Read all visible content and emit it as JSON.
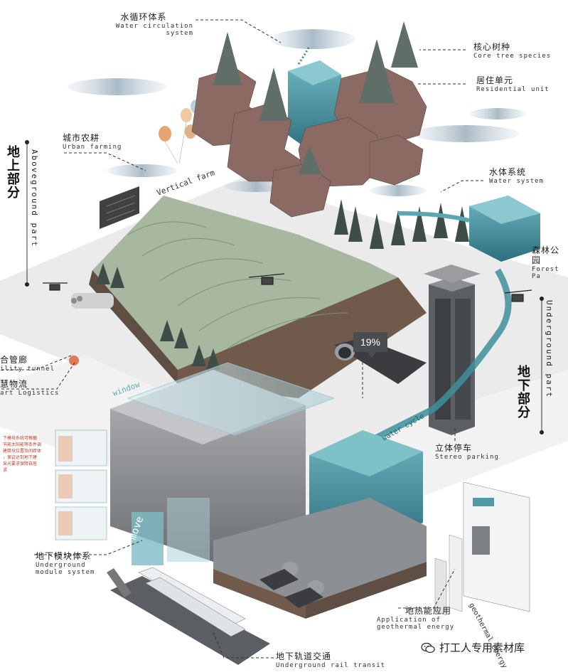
{
  "labels": {
    "water_circulation": {
      "cn": "水循环体系",
      "en": "Water circulation system"
    },
    "core_tree": {
      "cn": "核心树种",
      "en": "Core tree species"
    },
    "residential": {
      "cn": "居住单元",
      "en": "Residential unit"
    },
    "urban_farming": {
      "cn": "城市农耕",
      "en": "Urban farming"
    },
    "water_system": {
      "cn": "水体系统",
      "en": "Water system"
    },
    "forest_park": {
      "cn": "森林公园",
      "en": "Forest Pa"
    },
    "utility_tunnel": {
      "cn": "合管廊",
      "en": "ility tunnel"
    },
    "smart_logistics": {
      "cn": "慧物流",
      "en": "art Logistics"
    },
    "stereo_parking": {
      "cn": "立体停车",
      "en": "Stereo parking"
    },
    "underground_module": {
      "cn": "地下模块体系",
      "en": "Underground module system"
    },
    "geothermal": {
      "cn": "地热能应用",
      "en": "Application of geothermal energy"
    },
    "rail_transit": {
      "cn": "地下轨道交通",
      "en": "Underground rail transit"
    }
  },
  "side": {
    "aboveground_cn": [
      "地",
      "上",
      "部",
      "分"
    ],
    "aboveground_en": "Aboveground part",
    "underground_cn": [
      "地",
      "下",
      "部",
      "分"
    ],
    "underground_en": "Underground part"
  },
  "curved_text": {
    "vertical_farm": "Vertical farm",
    "water_cycle": "water cycle",
    "window": "window",
    "move": "move"
  },
  "badge": "19%",
  "geothermal_panel_text": "geothermal energy",
  "left_note": [
    "下模块系统可根据",
    "节能太阳能等条件调",
    "建筑块位置及间距体",
    "，保证达到地下建",
    "采光要求保障自居",
    "求"
  ],
  "watermark": "打工人专用素材库",
  "colors": {
    "grass": "#a8b7a0",
    "grass_dark": "#7d8f78",
    "soil": "#6f5a4c",
    "building": "#8b6a63",
    "water": "#3f8f9a",
    "water_light": "#7fc1c9",
    "ground": "#e7e7e7",
    "glass": "#bfdce0",
    "concrete": "#9a9ca0"
  }
}
